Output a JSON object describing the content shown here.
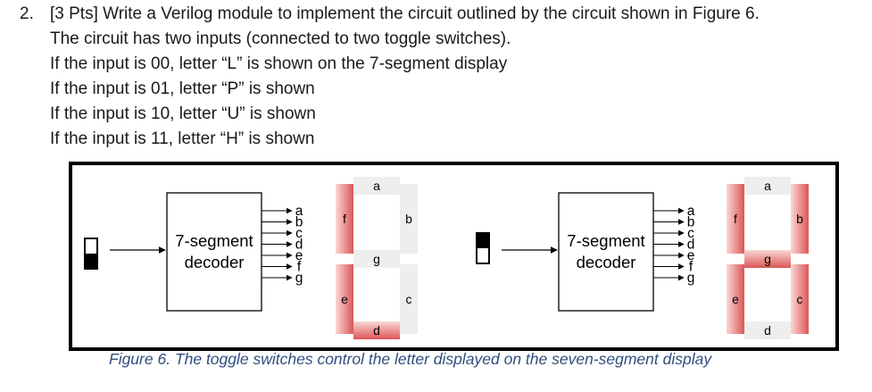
{
  "question": {
    "number": "2.",
    "lines": [
      "[3 Pts] Write a Verilog module to implement the circuit outlined by the circuit shown in Figure 6.",
      "The circuit has two inputs (connected to two toggle switches).",
      "If the input is 00, letter “L” is shown on the 7-segment display",
      "If the input is 01, letter “P” is shown",
      "If the input is 10, letter “U” is shown",
      "If the input is 11, letter “H” is shown"
    ]
  },
  "figure": {
    "caption": "Figure 6. The toggle switches control the letter displayed on the seven-segment display",
    "circuits": [
      {
        "decoder_label_line1": "7-segment",
        "decoder_label_line2": "decoder",
        "outputs": [
          "a",
          "b",
          "c",
          "d",
          "e",
          "f",
          "g"
        ],
        "switch_on_half": "bottom",
        "display_lit_segments": [
          "d",
          "e",
          "f"
        ]
      },
      {
        "decoder_label_line1": "7-segment",
        "decoder_label_line2": "decoder",
        "outputs": [
          "a",
          "b",
          "c",
          "d",
          "e",
          "f",
          "g"
        ],
        "switch_on_half": "top",
        "display_lit_segments": [
          "b",
          "c",
          "e",
          "f",
          "g"
        ]
      }
    ],
    "segment_labels": [
      "a",
      "b",
      "c",
      "d",
      "e",
      "f",
      "g"
    ],
    "colors": {
      "lit_light": "#f9c9c9",
      "lit_dark": "#dc5656",
      "unlit": "#eeeeee",
      "switch_fill": "#000000",
      "caption": "#2f4f7f"
    }
  }
}
